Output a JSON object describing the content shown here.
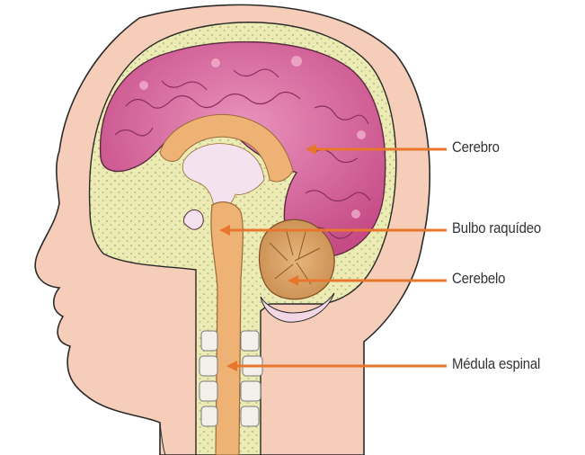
{
  "diagram": {
    "labels": {
      "cerebro": "Cerebro",
      "bulbo": "Bulbo raquídeo",
      "cerebelo": "Cerebelo",
      "medula": "Médula espinal"
    },
    "colors": {
      "skin": "#f6cdb8",
      "skin_outline": "#2a2a2a",
      "csf_space": "#ecebb4",
      "brain": "#d15a93",
      "brain_light": "#e88bb6",
      "brainstem": "#eeb374",
      "cerebellum": "#d9a064",
      "vertebra": "#f3f0ec",
      "pointer": "#e8762c",
      "label_text": "#333333"
    }
  }
}
